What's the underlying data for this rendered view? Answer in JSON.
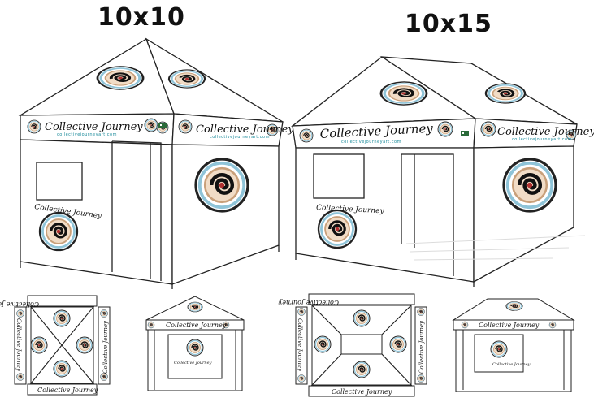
{
  "titles": {
    "small": "10x10",
    "large": "10x15"
  },
  "brand": {
    "name": "Collective Journey",
    "url": "collectivejourneyart.com"
  },
  "colors": {
    "outline": "#222222",
    "teal": "#1a8a9a",
    "swirl": "#c9a07a",
    "ring": "#8fc4d8"
  },
  "icons": [
    "spiral-logo-icon",
    "badge-logo-icon"
  ]
}
